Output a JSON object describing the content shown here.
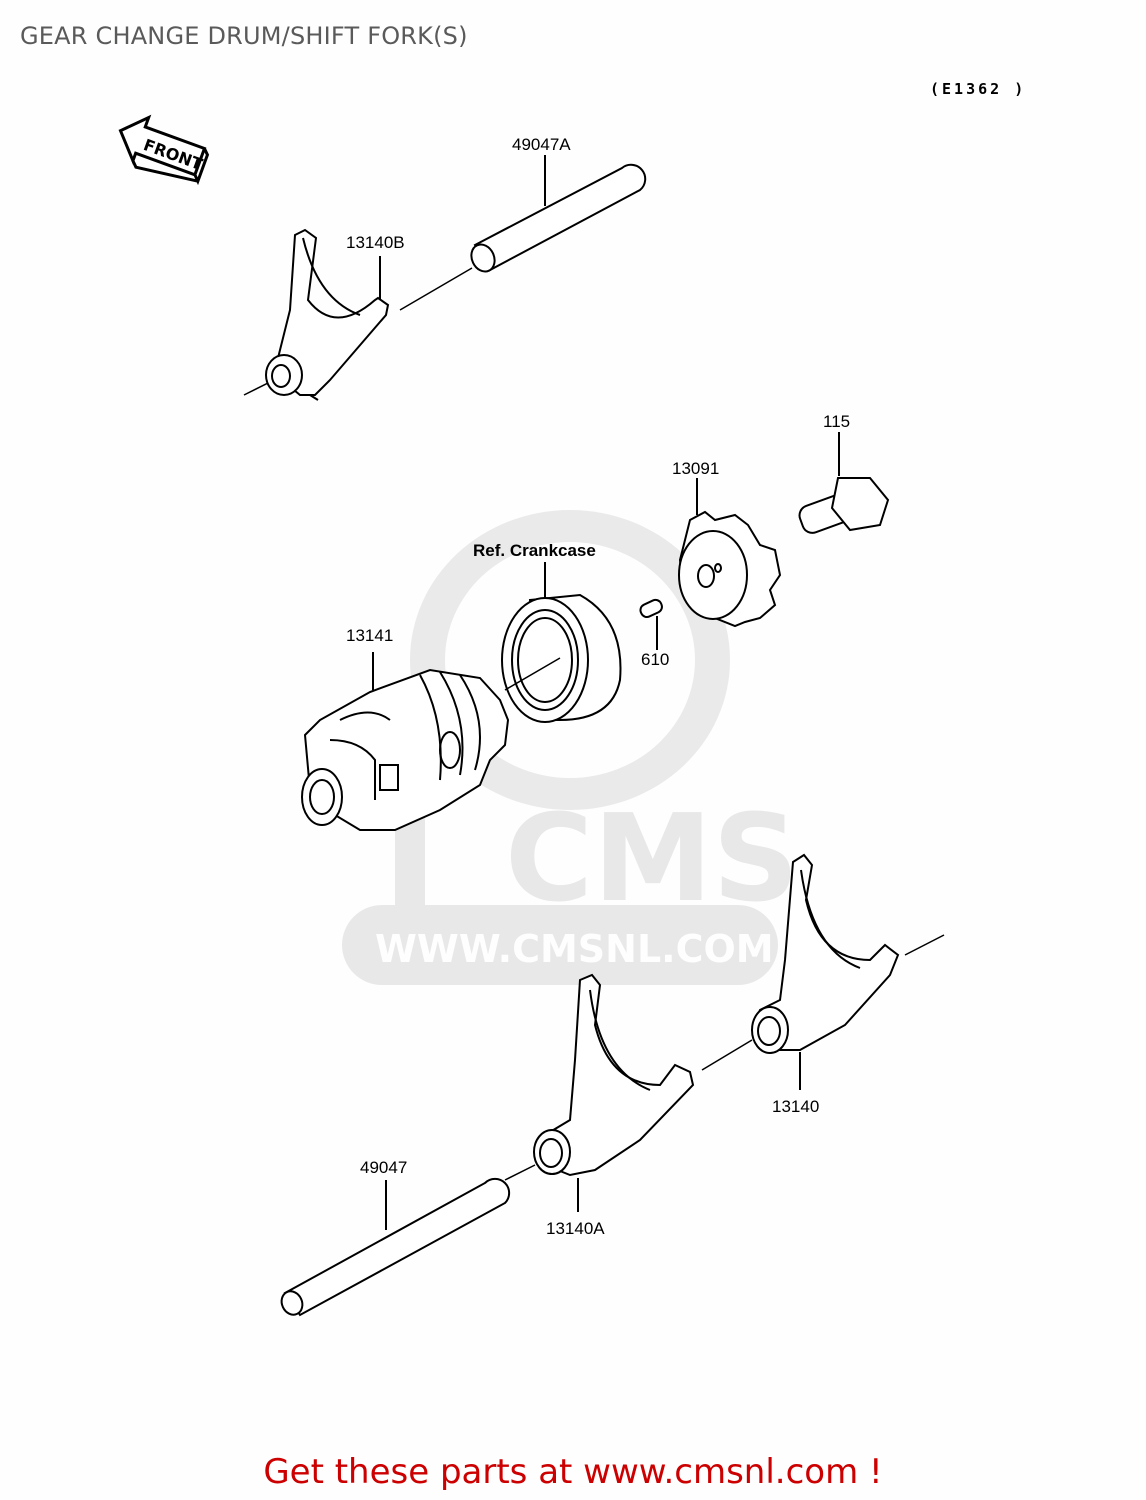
{
  "header": {
    "title": "GEAR CHANGE DRUM/SHIFT FORK(S)",
    "diagram_code": "(E1362 )"
  },
  "orientation": {
    "arrow_label": "FRONT",
    "icon": "front-arrow-icon"
  },
  "watermark": {
    "logo_text": "CMS",
    "url_text": "WWW.CMSNL.COM",
    "color": "#e8e8e8"
  },
  "parts": [
    {
      "id": "49047A",
      "label": "49047A",
      "description": "shift rod (upper)"
    },
    {
      "id": "13140B",
      "label": "13140B",
      "description": "shift fork (upper)"
    },
    {
      "id": "115",
      "label": "115",
      "description": "bolt"
    },
    {
      "id": "13091",
      "label": "13091",
      "description": "drum cam/pin holder"
    },
    {
      "id": "ref-crankcase",
      "label": "Ref. Crankcase",
      "description": "bearing reference"
    },
    {
      "id": "610",
      "label": "610",
      "description": "dowel pin"
    },
    {
      "id": "13141",
      "label": "13141",
      "description": "gear change drum"
    },
    {
      "id": "13140",
      "label": "13140",
      "description": "shift fork (right)"
    },
    {
      "id": "49047",
      "label": "49047",
      "description": "shift rod (lower)"
    },
    {
      "id": "13140A",
      "label": "13140A",
      "description": "shift fork (lower)"
    }
  ],
  "footer": {
    "text": "Get these parts at www.cmsnl.com !",
    "color": "#cc0000"
  }
}
